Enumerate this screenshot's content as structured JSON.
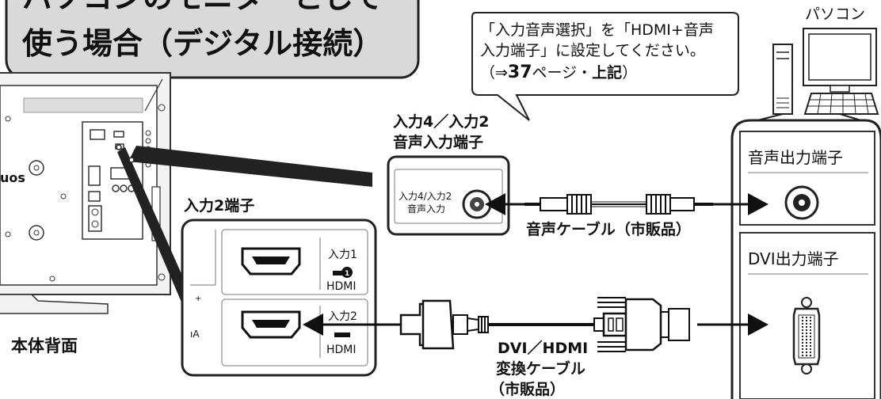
{
  "title": {
    "line1": "パソコンのモニターとして",
    "line2": "使う場合（デジタル接続）"
  },
  "callout": {
    "line1": "「入力音声選択」を「HDMI+音声",
    "line2": "入力端子」に設定してください。",
    "line3_pre": "（⇒",
    "line3_page": "37",
    "line3_mid": "ページ・",
    "line3_bold": "上記",
    "line3_post": "）"
  },
  "pc_label": "パソコン",
  "audio_in_label": {
    "line1": "入力4／入力2",
    "line2": "音声入力端子"
  },
  "audio_jack_label": {
    "line1": "入力4/入力2",
    "line2": "音声入力"
  },
  "audio_cable_label": "音声ケーブル（市販品）",
  "input2_label": "入力2端子",
  "hdmi1": {
    "label": "入力1",
    "sub": "HDMI"
  },
  "hdmi2": {
    "label": "入力2",
    "sub": "HDMI"
  },
  "panel_fragments": {
    "a": "+",
    "b": "ıA"
  },
  "tv_brand_fragment": "uos",
  "back_label": "本体背面",
  "audio_out_label": "音声出力端子",
  "dvi_out_label": "DVI出力端子",
  "dvi_cable_label": {
    "line1": "DVI／HDMI",
    "line2": "変換ケーブル",
    "line3": "（市販品）"
  }
}
